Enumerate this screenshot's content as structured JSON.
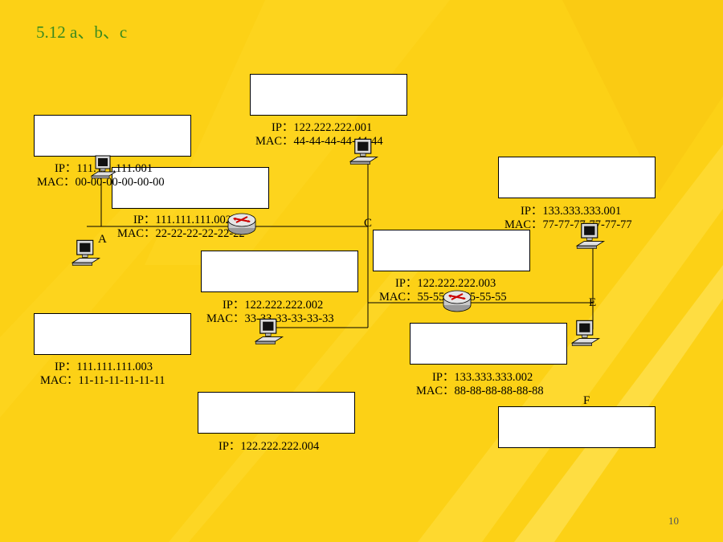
{
  "title": "5.12 a、b、c",
  "page_number": "10",
  "nodes": {
    "A": "A",
    "C": "C",
    "E": "E",
    "F": "F"
  },
  "labels": [
    {
      "id": "host-111-001",
      "ip": "IP：111.111.111.001",
      "mac": "MAC：00-00-00-00-00-00"
    },
    {
      "id": "router1-left",
      "ip": "IP：111.111.111.002",
      "mac": "MAC：22-22-22-22-22-22"
    },
    {
      "id": "host-111-003",
      "ip": "IP：111.111.111.003",
      "mac": "MAC：11-11-11-11-11-11"
    },
    {
      "id": "host-122-001",
      "ip": "IP：122.222.222.001",
      "mac": "MAC：44-44-44-44-44-44"
    },
    {
      "id": "router1-right",
      "ip": "IP：122.222.222.002",
      "mac": "MAC：33-33-33-33-33-33"
    },
    {
      "id": "router2-left",
      "ip": "IP：122.222.222.003",
      "mac": "MAC：55-55-55-55-55-55"
    },
    {
      "id": "host-122-004",
      "ip": "IP：122.222.222.004",
      "mac": ""
    },
    {
      "id": "host-133-001",
      "ip": "IP：133.333.333.001",
      "mac": "MAC：77-77-77-77-77-77"
    },
    {
      "id": "router2-right",
      "ip": "IP：133.333.333.002",
      "mac": "MAC：88-88-88-88-88-88"
    }
  ],
  "colors": {
    "background": "#fcd116",
    "stripe": "#ffe45a",
    "title": "#3a8a1e"
  },
  "icons": [
    "computer-icon",
    "router-icon"
  ]
}
